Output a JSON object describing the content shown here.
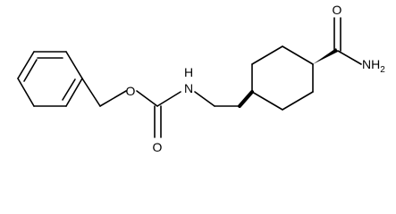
{
  "molecule": {
    "atom_labels": {
      "carbamate_ester_o": "O",
      "carbonyl_o_left": "O",
      "amine_nh": "H",
      "amine_n": "N",
      "amide_o": "O",
      "amide_nh2": "NH",
      "amide_nh2_sub": "2"
    }
  },
  "colors": {
    "ink": "#000000",
    "background": "#ffffff"
  }
}
